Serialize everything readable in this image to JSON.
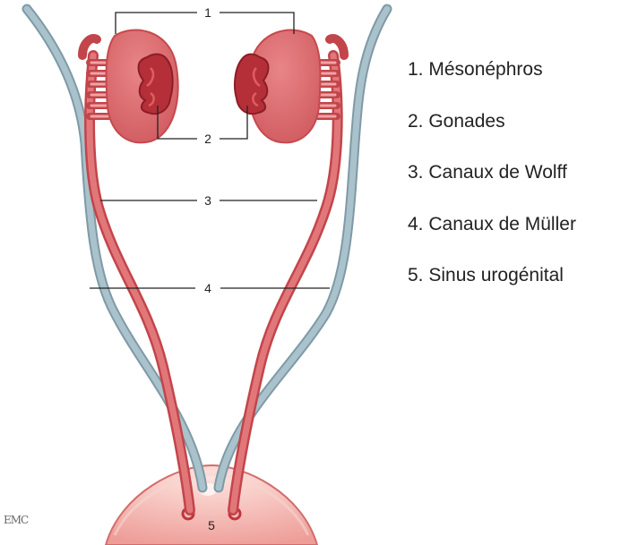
{
  "diagram": {
    "callouts": [
      "1",
      "2",
      "3",
      "4",
      "5"
    ],
    "legend": [
      "1. Mésonéphros",
      "2. Gonades",
      "3. Canaux de Wolff",
      "4. Canaux de Müller",
      "5. Sinus urogénital"
    ],
    "logo_text": "EMC",
    "colors": {
      "wolff_duct": "#d95a5e",
      "muller_duct": "#9fb9c4",
      "mesonephros": "#dd6f72",
      "gonad": "#b8323b",
      "sinus": "#f6c9c2",
      "label_line": "#222222"
    }
  }
}
